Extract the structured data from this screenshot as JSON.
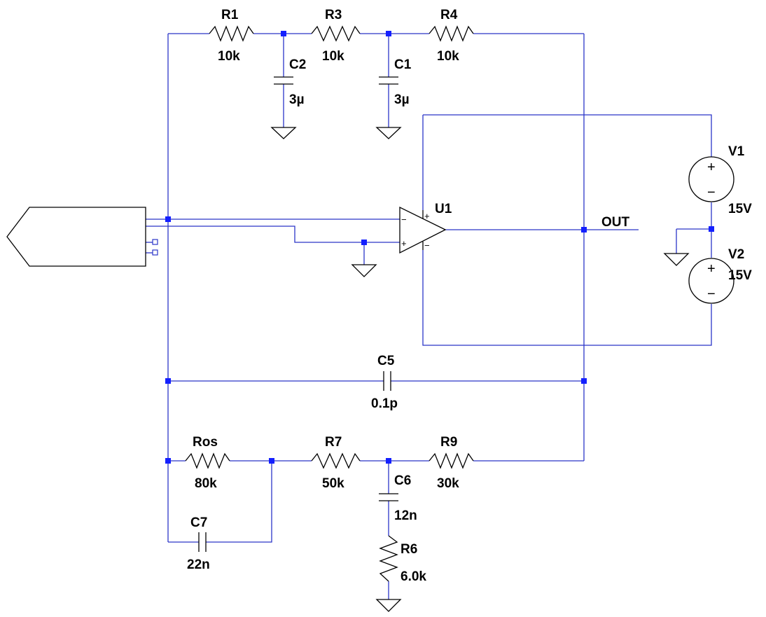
{
  "components": {
    "R1": {
      "name": "R1",
      "value": "10k"
    },
    "R3": {
      "name": "R3",
      "value": "10k"
    },
    "R4": {
      "name": "R4",
      "value": "10k"
    },
    "C2": {
      "name": "C2",
      "value": "3µ"
    },
    "C1": {
      "name": "C1",
      "value": "3µ"
    },
    "U1": {
      "name": "U1"
    },
    "V1": {
      "name": "V1",
      "value": "15V"
    },
    "V2": {
      "name": "V2",
      "value": "15V"
    },
    "C5": {
      "name": "C5",
      "value": "0.1p"
    },
    "Ros": {
      "name": "Ros",
      "value": "80k"
    },
    "R7": {
      "name": "R7",
      "value": "50k"
    },
    "R9": {
      "name": "R9",
      "value": "30k"
    },
    "C6": {
      "name": "C6",
      "value": "12n"
    },
    "R6": {
      "name": "R6",
      "value": "6.0k"
    },
    "C7": {
      "name": "C7",
      "value": "22n"
    }
  },
  "nets": {
    "out": "OUT"
  },
  "symbols": {
    "opamp_plus": "+",
    "opamp_minus": "−",
    "source_plus": "+",
    "source_minus": "−"
  },
  "colors": {
    "wire": "#2b35c8",
    "junction": "#1420ff",
    "component": "#000000",
    "background": "#ffffff"
  }
}
